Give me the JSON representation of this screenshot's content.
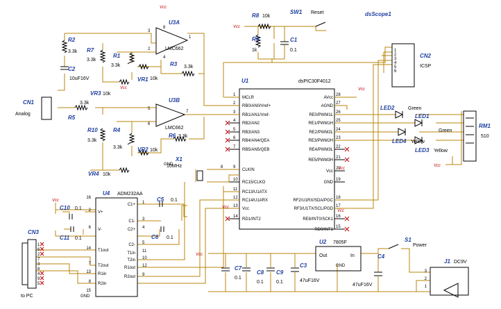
{
  "title": "dsScope1",
  "power": {
    "vcc": "Vcc",
    "gnd": "GND",
    "gnd_label": "GND"
  },
  "mcu": {
    "ref": "U1",
    "part": "dsPIC30F4012",
    "left_pins": [
      {
        "n": "1",
        "name": "MCLR"
      },
      {
        "n": "2",
        "name": "RB0/AN0/Vref+"
      },
      {
        "n": "3",
        "name": "RB1/AN1/Vref-"
      },
      {
        "n": "4",
        "name": "RB2/AN2"
      },
      {
        "n": "5",
        "name": "RB3/AN3"
      },
      {
        "n": "6",
        "name": "RB4/AN4/QEA"
      },
      {
        "n": "7",
        "name": "RB5/AN5/QEB"
      },
      {
        "n": "9",
        "name": "CLKIN"
      },
      {
        "n": "10",
        "name": "RC15/CLKO"
      },
      {
        "n": "11",
        "name": "RC13/U1ATX"
      },
      {
        "n": "12",
        "name": "RC14/U1ARX"
      },
      {
        "n": "13",
        "name": "Vcc"
      },
      {
        "n": "14",
        "name": "RD1/INT2"
      }
    ],
    "right_pins": [
      {
        "n": "28",
        "name": "AVcc"
      },
      {
        "n": "27",
        "name": "AGND"
      },
      {
        "n": "26",
        "name": "RE0/PWM1L"
      },
      {
        "n": "25",
        "name": "RE1/PWM1H"
      },
      {
        "n": "24",
        "name": "RE2/PWM2L"
      },
      {
        "n": "23",
        "name": "RE3/PWM2H"
      },
      {
        "n": "22",
        "name": "RE4/PWM3L"
      },
      {
        "n": "21",
        "name": "RE5/PWM3H"
      },
      {
        "n": "20",
        "name": "Vcc"
      },
      {
        "n": "19",
        "name": "GND"
      },
      {
        "n": "18",
        "name": "RF2/U1RX/SDA/PGC"
      },
      {
        "n": "17",
        "name": "RF3/U1TX/SCL/PGD"
      },
      {
        "n": "16",
        "name": "RE8/INT0/SCK1"
      },
      {
        "n": "15",
        "name": "RD0/INT1"
      }
    ],
    "gnd8": "8"
  },
  "opamp_a": {
    "ref": "U3A",
    "part": "LMC662",
    "p1": "1",
    "p2": "2",
    "p3": "3",
    "p4": "4",
    "p8": "8"
  },
  "opamp_b": {
    "ref": "U3B",
    "part": "LMC662",
    "p5": "5",
    "p6": "6",
    "p7": "7"
  },
  "max232": {
    "ref": "U4",
    "part": "ADM232AA",
    "left": [
      {
        "n": "16",
        "name": ""
      },
      {
        "n": "2",
        "name": "V+"
      },
      {
        "n": "6",
        "name": "V-"
      },
      {
        "n": "14",
        "name": "T1out"
      },
      {
        "n": "7",
        "name": "T2out"
      },
      {
        "n": "13",
        "name": "R1in"
      },
      {
        "n": "8",
        "name": "R2in"
      }
    ],
    "right": [
      {
        "n": "1",
        "name": "C1+"
      },
      {
        "n": "3",
        "name": "C1-"
      },
      {
        "n": "4",
        "name": "C2+"
      },
      {
        "n": "5",
        "name": "C2-"
      },
      {
        "n": "11",
        "name": "T1in"
      },
      {
        "n": "10",
        "name": "T2in"
      },
      {
        "n": "12",
        "name": "R1out"
      },
      {
        "n": "9",
        "name": "R2out"
      }
    ],
    "p15": "15",
    "gnd": "GND"
  },
  "reg": {
    "ref": "U2",
    "part": "7805F",
    "out": "Out",
    "in": "In",
    "gnd": "GND"
  },
  "parts": {
    "R2": {
      "ref": "R2",
      "val": "3.3k"
    },
    "R7": {
      "ref": "R7",
      "val": "3.3k"
    },
    "R1": {
      "ref": "R1",
      "val": "3.3k"
    },
    "R3": {
      "ref": "R3",
      "val": "3.3k"
    },
    "R8": {
      "ref": "R8",
      "val": "10k"
    },
    "R9": {
      "ref": "R9",
      "val": "1k"
    },
    "R5": {
      "ref": "R5",
      "val": "3.3k"
    },
    "R10": {
      "ref": "R10",
      "val": "3.3k"
    },
    "R4": {
      "ref": "R4",
      "val": "3.3k"
    },
    "R6": {
      "ref": "R6",
      "val": "3.3k"
    },
    "VR1": {
      "ref": "VR1",
      "val": "10k"
    },
    "VR2": {
      "ref": "VR2",
      "val": "10k"
    },
    "VR3": {
      "ref": "VR3",
      "val": "10k"
    },
    "VR4": {
      "ref": "VR4",
      "val": "10k"
    },
    "C1": {
      "ref": "C1",
      "val": "0.1"
    },
    "C2": {
      "ref": "C2",
      "val": "10uF16V"
    },
    "C3": {
      "ref": "C3",
      "val": "47uF16V"
    },
    "C4": {
      "ref": "C4",
      "val": "47uF16V"
    },
    "C5": {
      "ref": "C5",
      "val": "0.1"
    },
    "C6": {
      "ref": "C6",
      "val": "0.1"
    },
    "C7": {
      "ref": "C7",
      "val": "0.1"
    },
    "C8": {
      "ref": "C8",
      "val": "0.1"
    },
    "C9": {
      "ref": "C9",
      "val": "0.1"
    },
    "C10": {
      "ref": "C10",
      "val": "0.1"
    },
    "C11": {
      "ref": "C11",
      "val": "0.1"
    },
    "X1": {
      "ref": "X1",
      "val": "10MHz"
    },
    "SW1": {
      "ref": "SW1",
      "val": "Reset"
    },
    "S1": {
      "ref": "S1",
      "val": "Power"
    },
    "J1": {
      "ref": "J1",
      "val": "DC9V"
    },
    "CN1": {
      "ref": "CN1",
      "val": "Analog"
    },
    "CN2": {
      "ref": "CN2",
      "val": "ICSP"
    },
    "CN3": {
      "ref": "CN3",
      "val": "to PC"
    },
    "RM1": {
      "ref": "RM1",
      "val": "510"
    },
    "LED1": {
      "ref": "LED1",
      "val": "Green"
    },
    "LED2": {
      "ref": "LED2",
      "val": "Green"
    },
    "LED3": {
      "ref": "LED3",
      "val": "Yellow"
    },
    "LED4": {
      "ref": "LED4",
      "val": "Yellow"
    }
  },
  "cn2_pins": [
    "1",
    "2",
    "3",
    "4",
    "5",
    "6"
  ],
  "cn3_pins": [
    "1",
    "6",
    "2",
    "7",
    "3",
    "8",
    "4",
    "9",
    "5"
  ],
  "j1_pins": [
    "3",
    "2",
    "1"
  ]
}
